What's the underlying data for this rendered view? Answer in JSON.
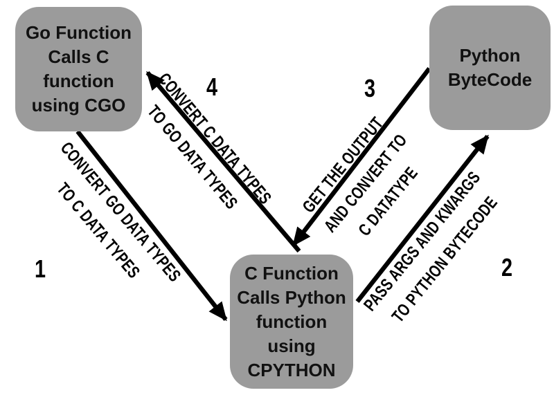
{
  "diagram": {
    "background": "#ffffff",
    "node_color": "#9b9b9b",
    "text_color": "#111111",
    "arrow_color": "#000000",
    "nodes": [
      {
        "id": "go-function",
        "lines": [
          "Go Function",
          "Calls C",
          "function",
          "using CGO"
        ]
      },
      {
        "id": "python-bytecode",
        "lines": [
          "Python",
          "ByteCode"
        ]
      },
      {
        "id": "c-function",
        "lines": [
          "C Function",
          "Calls Python",
          "function",
          "using",
          "CPYTHON"
        ]
      }
    ],
    "arrows": [
      {
        "number": "1",
        "from": "go-function",
        "to": "c-function",
        "label_lines": [
          "CONVERT GO DATA TYPES",
          "TO C DATA TYPES"
        ]
      },
      {
        "number": "2",
        "from": "c-function",
        "to": "python-bytecode",
        "label_lines": [
          "PASS ARGS AND KWARGS",
          "TO PYTHON BYTECODE"
        ]
      },
      {
        "number": "3",
        "from": "python-bytecode",
        "to": "c-function",
        "label_lines": [
          "GET THE OUTPUT",
          "AND CONVERT TO",
          "C DATATYPE"
        ]
      },
      {
        "number": "4",
        "from": "c-function",
        "to": "go-function",
        "label_lines": [
          "CONVERT C DATA TYPES",
          "TO GO DATA TYPES"
        ]
      }
    ]
  }
}
